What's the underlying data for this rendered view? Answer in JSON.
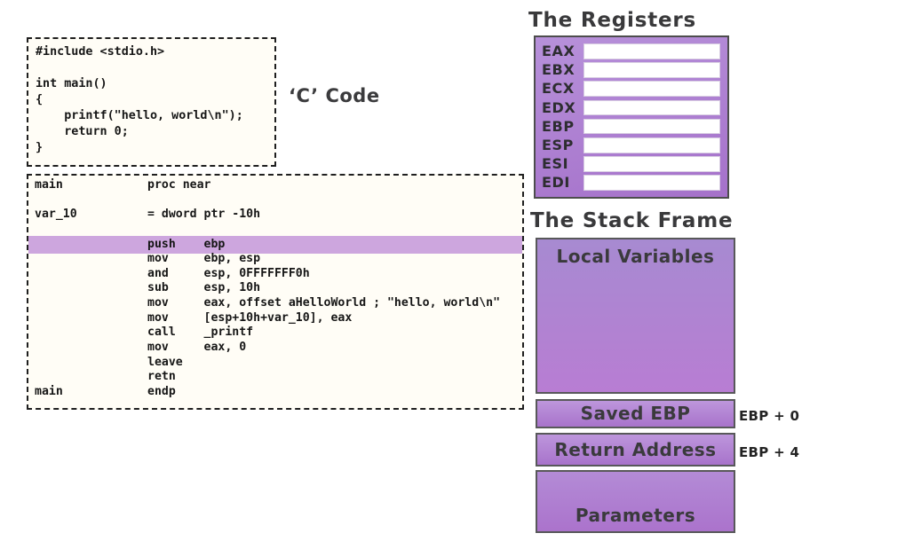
{
  "c_code": {
    "label": "‘C’ Code",
    "lines": [
      "#include <stdio.h>",
      "",
      "int main()",
      "{",
      "    printf(\"hello, world\\n\");",
      "    return 0;",
      "}"
    ]
  },
  "assembly": {
    "lines": [
      "main            proc near",
      "",
      "var_10          = dword ptr -10h",
      "",
      "                push    ebp",
      "                mov     ebp, esp",
      "                and     esp, 0FFFFFFF0h",
      "                sub     esp, 10h",
      "                mov     eax, offset aHelloWorld ; \"hello, world\\n\"",
      "                mov     [esp+10h+var_10], eax",
      "                call    _printf",
      "                mov     eax, 0",
      "                leave",
      "                retn",
      "main            endp"
    ],
    "highlighted_line_index": 4,
    "highlighted_text": "push    ebp"
  },
  "registers": {
    "title": "The Registers",
    "items": [
      {
        "name": "EAX",
        "value": ""
      },
      {
        "name": "EBX",
        "value": ""
      },
      {
        "name": "ECX",
        "value": ""
      },
      {
        "name": "EDX",
        "value": ""
      },
      {
        "name": "EBP",
        "value": ""
      },
      {
        "name": "ESP",
        "value": ""
      },
      {
        "name": "ESI",
        "value": ""
      },
      {
        "name": "EDI",
        "value": ""
      }
    ]
  },
  "stack_frame": {
    "title": "The Stack Frame",
    "segments": [
      {
        "label": "Local Variables",
        "annotation": ""
      },
      {
        "label": "Saved EBP",
        "annotation": "EBP + 0"
      },
      {
        "label": "Return Address",
        "annotation": "EBP + 4"
      },
      {
        "label": "Parameters",
        "annotation": ""
      }
    ]
  },
  "colors": {
    "highlight_row": "#cda6de",
    "panel_purple_light": "#bd96dc",
    "panel_purple_dark": "#a873cb",
    "code_background": "#fffdf6",
    "border_dark": "#4d4d4d"
  }
}
